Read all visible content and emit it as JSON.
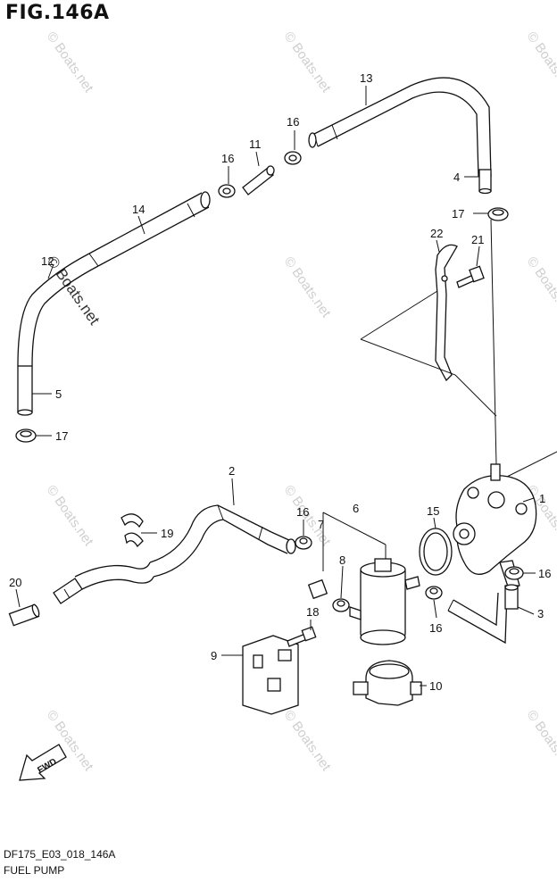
{
  "figure": {
    "title": "FIG.146A",
    "code": "DF175_E03_018_146A",
    "name": "FUEL PUMP"
  },
  "watermark": "© Boats.net",
  "fwd_label": "FWD",
  "callouts": [
    "1",
    "2",
    "3",
    "4",
    "5",
    "6",
    "7",
    "8",
    "9",
    "10",
    "11",
    "12",
    "13",
    "14",
    "15",
    "16",
    "16",
    "16",
    "16",
    "16",
    "17",
    "17",
    "18",
    "19",
    "20",
    "21",
    "22"
  ]
}
